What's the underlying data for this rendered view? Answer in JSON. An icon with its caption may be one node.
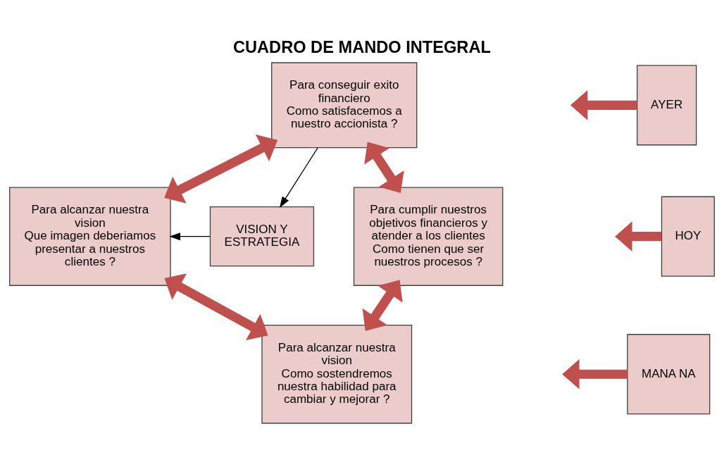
{
  "diagram": {
    "title": "CUADRO DE MANDO INTEGRAL",
    "nodes": [
      {
        "text": [
          "Para conseguir exito financiero",
          "Como satisfacemos a nuestro accionista ?"
        ]
      },
      {
        "text": [
          "Para alcanzar nuestra vision",
          "Que imagen deberiamos presentar a nuestros clientes ?"
        ]
      },
      {
        "text": [
          "VISION Y ESTRATEGIA"
        ]
      },
      {
        "text": [
          "Para cumplir nuestros objetivos financieros y atender a los clientes",
          "Como tienen que ser nuestros procesos ?"
        ]
      },
      {
        "text": [
          "Para alcanzar nuestra vision",
          "Como sostendremos nuestra habilidad para cambiar y mejorar ?"
        ]
      },
      {
        "text": [
          "AYER"
        ]
      },
      {
        "text": [
          "HOY"
        ]
      },
      {
        "text": [
          "MANA NA"
        ]
      }
    ],
    "edges": [
      {
        "from": 0,
        "to": 2,
        "arrow": "to",
        "color": "#000000"
      },
      {
        "from": 2,
        "to": 1,
        "arrow": "to",
        "color": "#000000"
      },
      {
        "from": 1,
        "to": 0,
        "arrow": "both"
      },
      {
        "from": 0,
        "to": 3,
        "arrow": "both"
      },
      {
        "from": 1,
        "to": 4,
        "arrow": "both"
      },
      {
        "from": 4,
        "to": 3,
        "arrow": "both"
      },
      {
        "from": 5,
        "to": null,
        "arrow": "to"
      },
      {
        "from": 6,
        "to": null,
        "arrow": "to"
      },
      {
        "from": 7,
        "to": null,
        "arrow": "to"
      }
    ]
  }
}
